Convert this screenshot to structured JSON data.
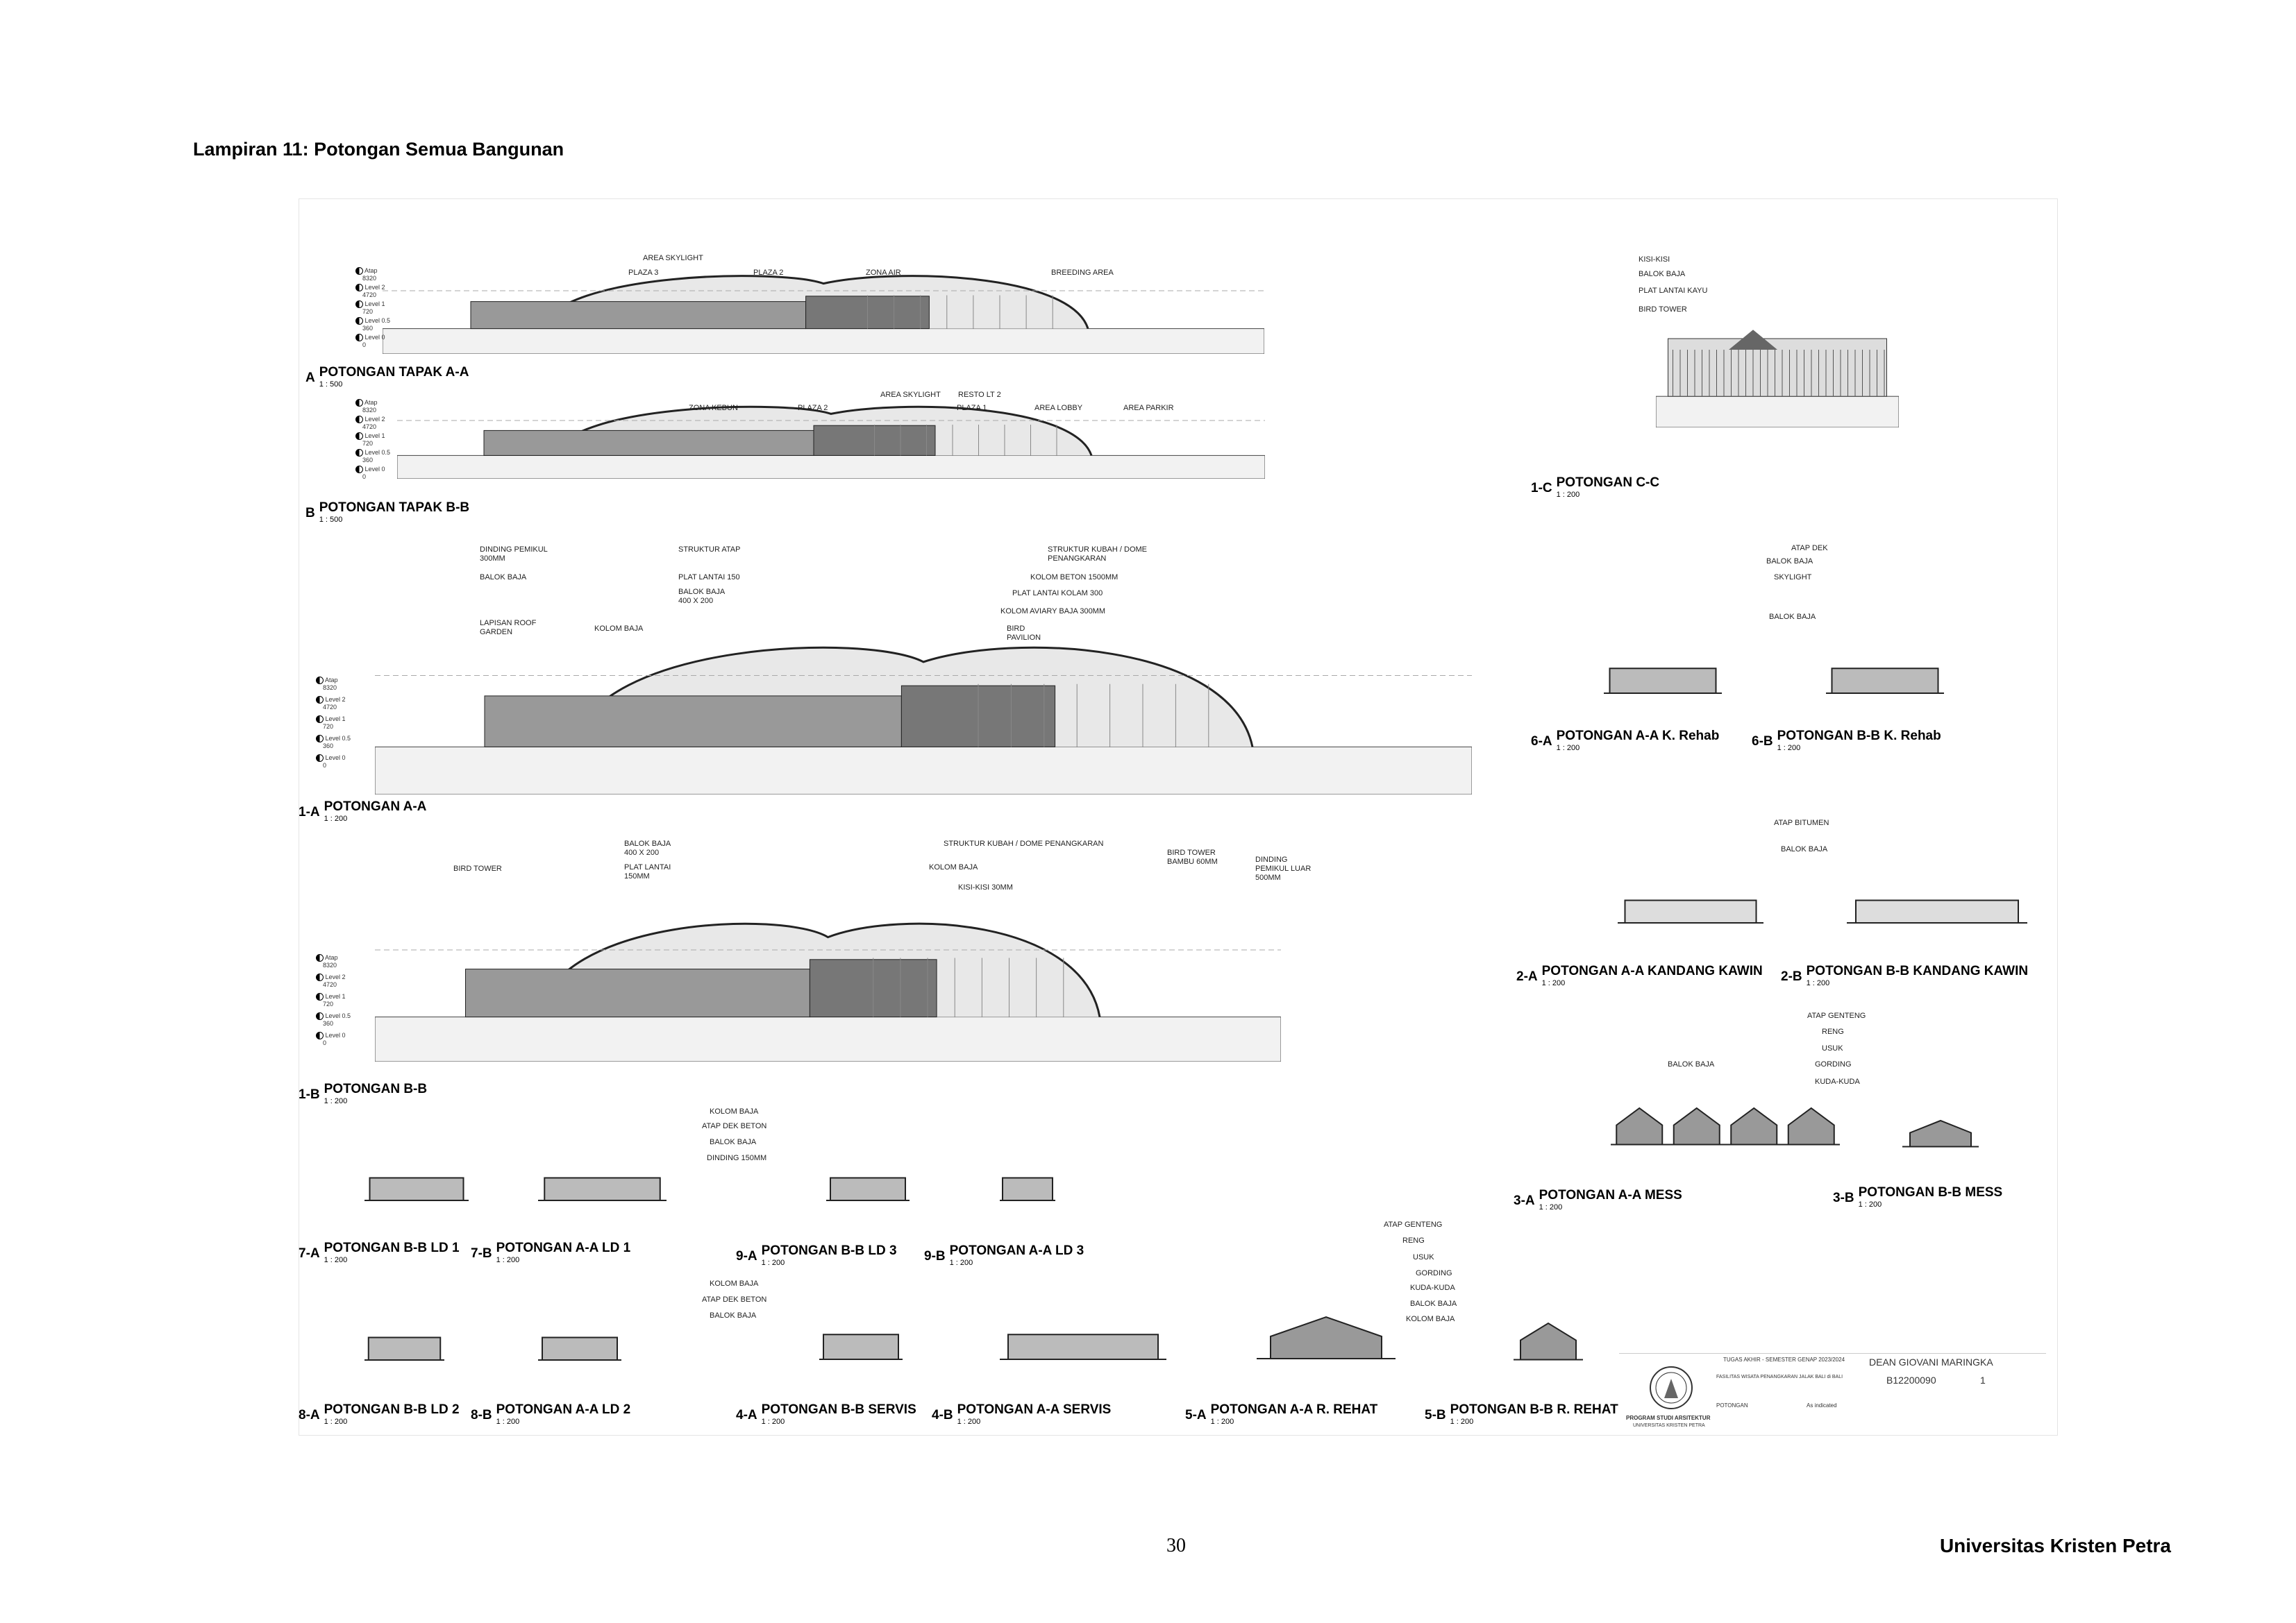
{
  "header": "Lampiran 11: Potongan Semua Bangunan",
  "footer": {
    "page_number": "30",
    "institution": "Universitas Kristen Petra"
  },
  "levels": {
    "atap": "Atap",
    "atap_v": "8320",
    "l2": "Level 2",
    "l2_v": "4720",
    "l1": "Level 1",
    "l1_v": "720",
    "l05": "Level 0.5",
    "l05_v": "360",
    "l0": "Level 0",
    "l0_v": "0"
  },
  "sections": [
    {
      "code": "A",
      "name": "POTONGAN TAPAK A-A",
      "scale": "1 : 500"
    },
    {
      "code": "B",
      "name": "POTONGAN TAPAK B-B",
      "scale": "1 : 500"
    },
    {
      "code": "1-A",
      "name": "POTONGAN A-A",
      "scale": "1 : 200"
    },
    {
      "code": "1-B",
      "name": "POTONGAN B-B",
      "scale": "1 : 200"
    },
    {
      "code": "1-C",
      "name": "POTONGAN C-C",
      "scale": "1 : 200"
    },
    {
      "code": "6-A",
      "name": "POTONGAN A-A K. Rehab",
      "scale": "1 : 200"
    },
    {
      "code": "6-B",
      "name": "POTONGAN B-B K. Rehab",
      "scale": "1 : 200"
    },
    {
      "code": "2-A",
      "name": "POTONGAN A-A KANDANG KAWIN",
      "scale": "1 : 200"
    },
    {
      "code": "2-B",
      "name": "POTONGAN B-B KANDANG KAWIN",
      "scale": "1 : 200"
    },
    {
      "code": "3-A",
      "name": "POTONGAN A-A MESS",
      "scale": "1 : 200"
    },
    {
      "code": "3-B",
      "name": "POTONGAN B-B MESS",
      "scale": "1 : 200"
    },
    {
      "code": "7-A",
      "name": "POTONGAN B-B LD 1",
      "scale": "1 : 200"
    },
    {
      "code": "7-B",
      "name": "POTONGAN A-A LD 1",
      "scale": "1 : 200"
    },
    {
      "code": "9-A",
      "name": "POTONGAN B-B LD 3",
      "scale": "1 : 200"
    },
    {
      "code": "9-B",
      "name": "POTONGAN A-A LD 3",
      "scale": "1 : 200"
    },
    {
      "code": "8-A",
      "name": "POTONGAN B-B LD 2",
      "scale": "1 : 200"
    },
    {
      "code": "8-B",
      "name": "POTONGAN A-A LD 2",
      "scale": "1 : 200"
    },
    {
      "code": "4-A",
      "name": "POTONGAN B-B SERVIS",
      "scale": "1 : 200"
    },
    {
      "code": "4-B",
      "name": "POTONGAN A-A SERVIS",
      "scale": "1 : 200"
    },
    {
      "code": "5-A",
      "name": "POTONGAN A-A R. REHAT",
      "scale": "1 : 200"
    },
    {
      "code": "5-B",
      "name": "POTONGAN B-B R. REHAT",
      "scale": "1 : 200"
    }
  ],
  "callouts": [
    "AREA SKYLIGHT",
    "PLAZA 3",
    "PLAZA 2",
    "ZONA AIR",
    "BREEDING AREA",
    "AREA SKYLIGHT",
    "RESTO LT 2",
    "ZONA KEBUN",
    "PLAZA 2",
    "PLAZA 1",
    "AREA LOBBY",
    "AREA PARKIR",
    "DINDING PEMIKUL\n300MM",
    "BALOK BAJA",
    "STRUKTUR ATAP",
    "PLAT LANTAI 150",
    "BALOK BAJA\n400 X 200",
    "LAPISAN ROOF\nGARDEN",
    "KOLOM BAJA",
    "STRUKTUR KUBAH / DOME\nPENANGKARAN",
    "KOLOM BETON 1500MM",
    "PLAT LANTAI KOLAM 300",
    "KOLOM AVIARY BAJA 300MM",
    "BIRD\nPAVILION",
    "BALOK BAJA\n400 X 200",
    "PLAT LANTAI\n150MM",
    "STRUKTUR KUBAH / DOME PENANGKARAN",
    "KOLOM BAJA",
    "KISI-KISI 30MM",
    "BIRD TOWER",
    "BIRD TOWER\nBAMBU 60MM",
    "DINDING\nPEMIKUL LUAR\n500MM",
    "KISI-KISI",
    "BALOK BAJA",
    "PLAT LANTAI KAYU",
    "BIRD TOWER",
    "ATAP DEK",
    "BALOK BAJA",
    "SKYLIGHT",
    "BALOK BAJA",
    "ATAP BITUMEN",
    "BALOK BAJA",
    "ATAP GENTENG",
    "RENG",
    "USUK",
    "GORDING",
    "KUDA-KUDA",
    "BALOK BAJA",
    "KOLOM BAJA",
    "ATAP DEK BETON",
    "BALOK BAJA",
    "DINDING 150MM",
    "KOLOM BAJA",
    "ATAP DEK BETON",
    "BALOK BAJA",
    "ATAP GENTENG",
    "RENG",
    "USUK",
    "GORDING",
    "KUDA-KUDA",
    "BALOK BAJA",
    "KOLOM BAJA"
  ],
  "title_block": {
    "course": "TUGAS AKHIR - SEMESTER GENAP 2023/2024",
    "project": "FASILITAS WISATA PENANGKARAN JALAK BALI di BALI",
    "drawing": "POTONGAN",
    "scale": "As indicated",
    "student": "DEAN GIOVANI MARINGKA",
    "nrp": "B12200090",
    "sheet": "1",
    "program": "PROGRAM STUDI ARSITEKTUR",
    "university": "UNIVERSITAS KRISTEN PETRA"
  }
}
